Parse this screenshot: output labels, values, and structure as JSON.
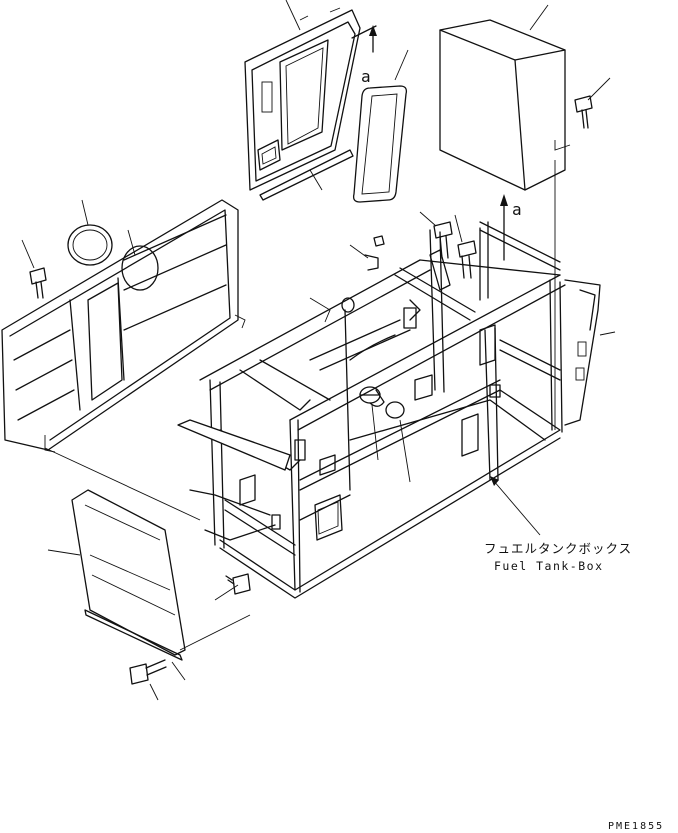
{
  "labels": {
    "arrow_mark_upper": "a",
    "arrow_mark_lower": "a",
    "callout_jp": "フュエルタンクボックス",
    "callout_en": "Fuel Tank-Box",
    "drawing_code": "PME1855"
  }
}
